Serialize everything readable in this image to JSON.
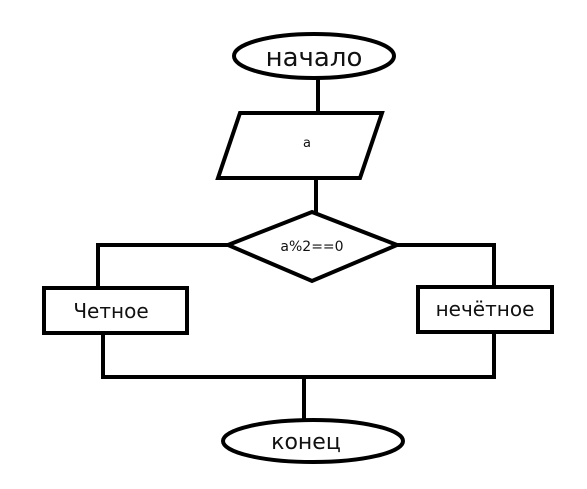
{
  "nodes": {
    "start": {
      "label": "начало"
    },
    "input": {
      "label": "a"
    },
    "decision": {
      "label": "a%2==0"
    },
    "even": {
      "label": "Четное"
    },
    "odd": {
      "label": "нечётное"
    },
    "end": {
      "label": "конец"
    }
  },
  "colors": {
    "stroke": "#000000",
    "fill": "#ffffff",
    "text": "#111111"
  }
}
